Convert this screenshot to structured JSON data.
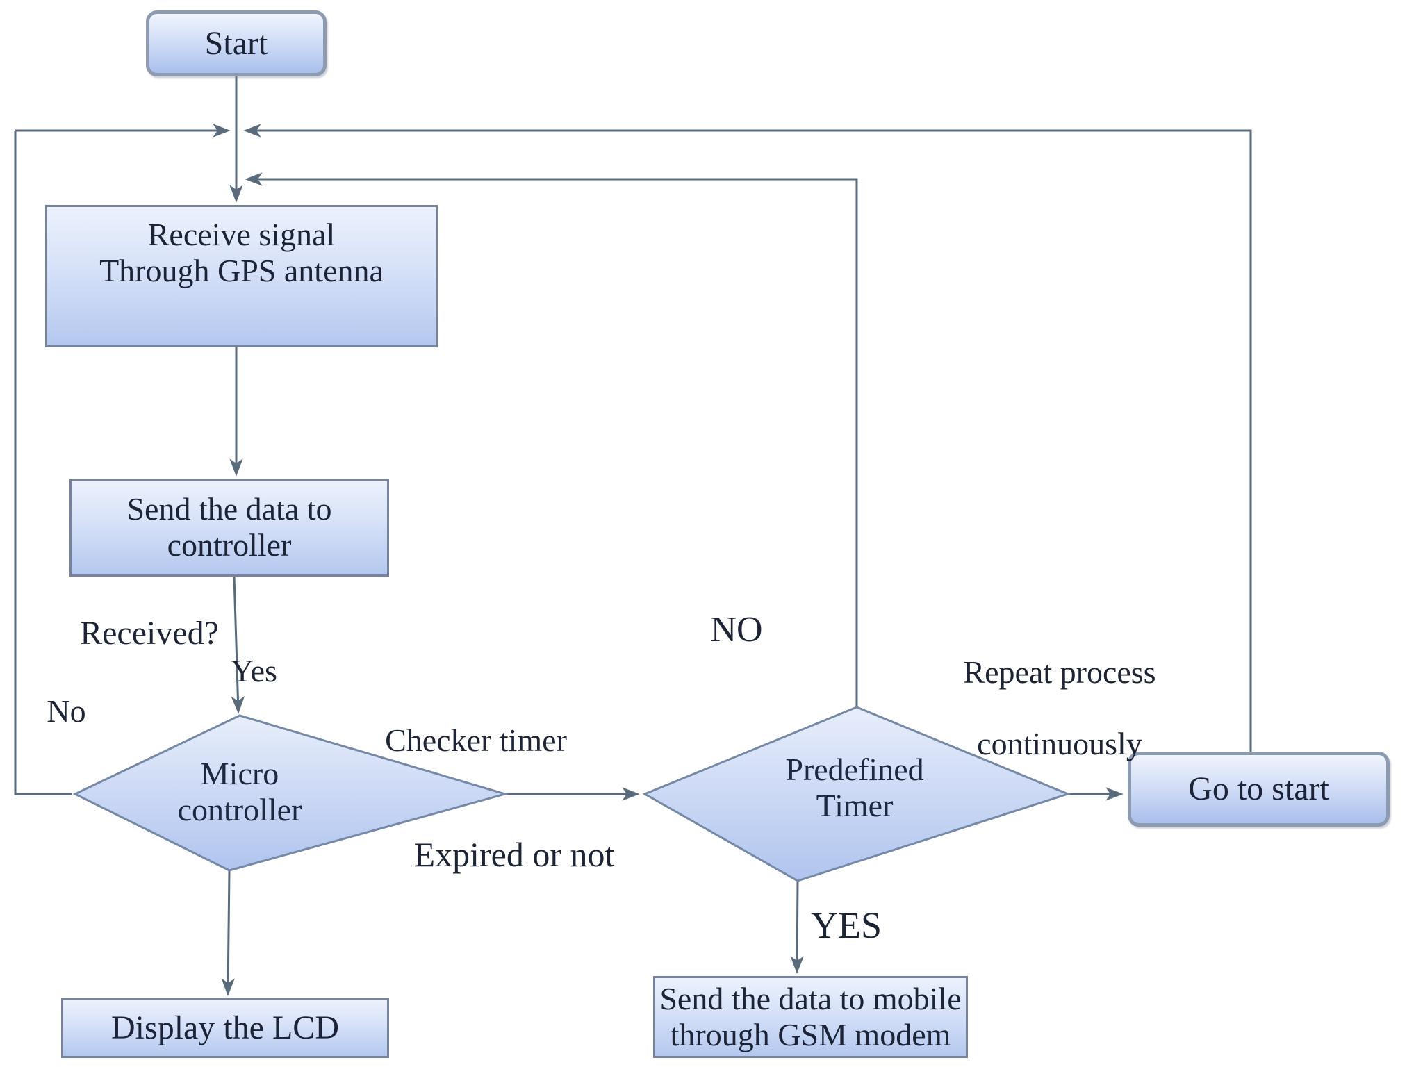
{
  "diagram": {
    "type": "flowchart",
    "description": "GPS receive and GSM send process flowchart",
    "colors": {
      "node_fill_top": "#ecf1fc",
      "node_fill_bottom": "#b4c8ef",
      "node_border": "#76839b",
      "terminator_border": "#8d9bb1",
      "connector": "#5a6b7c",
      "text": "#1c2336",
      "background": "#ffffff"
    },
    "nodes": {
      "start": {
        "label": "Start",
        "shape": "rounded"
      },
      "receive": {
        "line1": "Receive signal",
        "line2": "Through GPS antenna",
        "shape": "process"
      },
      "send": {
        "label": "Send the data to controller",
        "shape": "process"
      },
      "micro": {
        "line1": "Micro",
        "line2": "controller",
        "shape": "decision"
      },
      "predefined": {
        "line1": "Predefined",
        "line2": "Timer",
        "shape": "decision"
      },
      "goto_start": {
        "label": "Go to start",
        "shape": "rounded"
      },
      "display_lcd": {
        "label": "Display the LCD",
        "shape": "process"
      },
      "gsm": {
        "line1": "Send the data to mobile",
        "line2": "through GSM modem",
        "shape": "process"
      }
    },
    "edge_labels": {
      "received": "Received?",
      "yes": "Yes",
      "no": "No",
      "no_upper": "NO",
      "yes_upper": "YES",
      "checker_timer": "Checker timer",
      "expired": "Expired or not",
      "repeat_line1": "Repeat process",
      "repeat_line2": "continuously"
    },
    "edges": [
      "Start -> junction -> Receive signal Through GPS antenna",
      "Receive signal -> Send the data to controller",
      "Send the data to controller -> Micro controller (Yes / Received?)",
      "Micro controller -> No -> loop back to junction",
      "Micro controller -> Display the LCD",
      "Micro controller -> Checker timer / Expired or not -> Predefined Timer",
      "Predefined Timer -> NO -> loop back to junction",
      "Predefined Timer -> YES -> Send the data to mobile through GSM modem",
      "Predefined Timer -> Go to start",
      "Go to start -> Repeat process continuously -> loop back to junction"
    ]
  }
}
